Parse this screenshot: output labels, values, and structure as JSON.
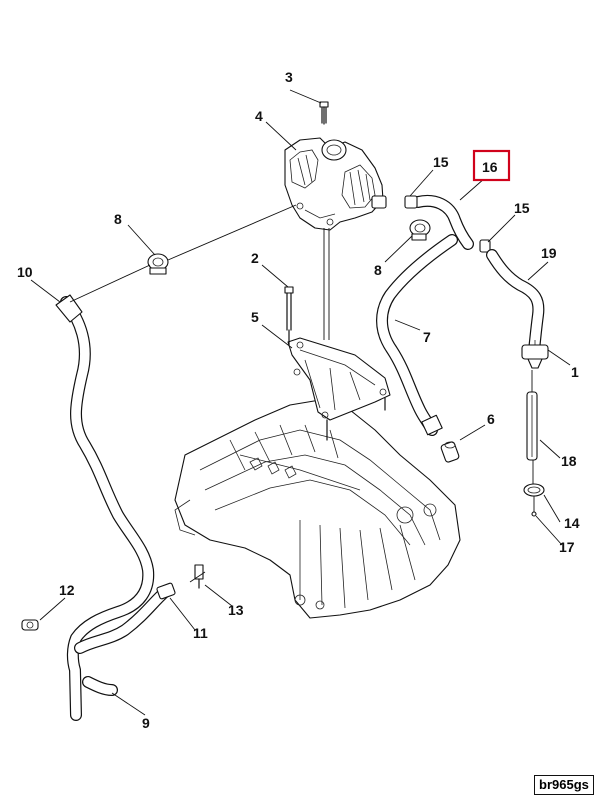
{
  "diagram": {
    "callouts": [
      {
        "id": "c1",
        "label": "1"
      },
      {
        "id": "c2",
        "label": "2"
      },
      {
        "id": "c3",
        "label": "3"
      },
      {
        "id": "c4",
        "label": "4"
      },
      {
        "id": "c5",
        "label": "5"
      },
      {
        "id": "c6",
        "label": "6"
      },
      {
        "id": "c7",
        "label": "7"
      },
      {
        "id": "c8a",
        "label": "8"
      },
      {
        "id": "c8b",
        "label": "8"
      },
      {
        "id": "c9",
        "label": "9"
      },
      {
        "id": "c10",
        "label": "10"
      },
      {
        "id": "c11",
        "label": "11"
      },
      {
        "id": "c12",
        "label": "12"
      },
      {
        "id": "c13",
        "label": "13"
      },
      {
        "id": "c14",
        "label": "14"
      },
      {
        "id": "c15a",
        "label": "15"
      },
      {
        "id": "c15b",
        "label": "15"
      },
      {
        "id": "c16",
        "label": "16"
      },
      {
        "id": "c17",
        "label": "17"
      },
      {
        "id": "c18",
        "label": "18"
      },
      {
        "id": "c19",
        "label": "19"
      }
    ],
    "highlight_color": "#d0021b",
    "reference_code": "br965gs"
  }
}
